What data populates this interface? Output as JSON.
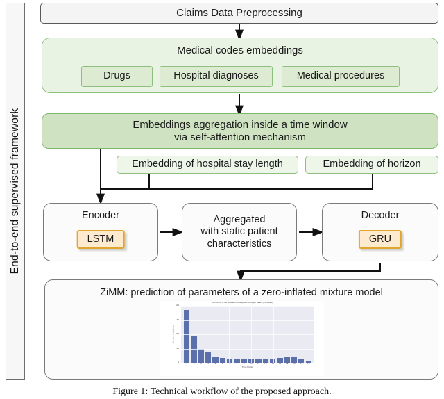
{
  "figure": {
    "caption": "Figure 1: Technical workflow of the proposed approach.",
    "frame_label": "End-to-end supervised framework"
  },
  "nodes": {
    "claims": "Claims Data Preprocessing",
    "embeddings_group": {
      "title": "Medical codes embeddings",
      "chips": [
        "Drugs",
        "Hospital diagnoses",
        "Medical procedures"
      ]
    },
    "aggregation": {
      "line1": "Embeddings aggregation inside a time window",
      "line2": "via self-attention mechanism"
    },
    "stay_embedding": "Embedding of hospital stay length",
    "horizon_embedding": "Embedding of horizon",
    "encoder": {
      "title": "Encoder",
      "model": "LSTM"
    },
    "aggregated_static": "Aggregated\nwith static patient\ncharacteristics",
    "decoder": {
      "title": "Decoder",
      "model": "GRU"
    },
    "zimm": "ZiMM: prediction of parameters of a zero-inflated mixture model"
  },
  "colors": {
    "green_border": "#8cc07c",
    "green_pale_fill": "#e9f3e3",
    "green_mid_fill": "#cfe3c2",
    "green_chip_fill": "#dcebd2",
    "orange_border": "#e2a62c",
    "orange_fill": "#fdeacf",
    "gray_border": "#595959",
    "gray_fill": "#f4f4f4",
    "bar_blue": "#5b6fab",
    "plot_bg": "#eaeaf2"
  },
  "chart_data": {
    "type": "bar",
    "title": "Distribution of the number of re-hospitalizations per patient (truncated)",
    "xlabel": "Time blocks",
    "ylabel": "Number of patients",
    "categories": [
      "1",
      "2",
      "3",
      "4",
      "5",
      "6",
      "7",
      "8",
      "9",
      "10",
      "11",
      "12",
      "13",
      "14",
      "15",
      "16",
      "17",
      "18"
    ],
    "values": [
      93,
      47,
      24,
      18,
      11,
      8,
      7.5,
      6,
      6,
      6,
      6,
      6,
      7,
      8,
      9.5,
      9.5,
      7.5,
      3
    ],
    "ylim": [
      0,
      100
    ],
    "yticks": [
      0,
      25,
      50,
      75,
      100
    ],
    "ytick_labels": [
      "0",
      "25",
      "50",
      "75",
      "100"
    ],
    "grid": true,
    "legend": "none"
  }
}
